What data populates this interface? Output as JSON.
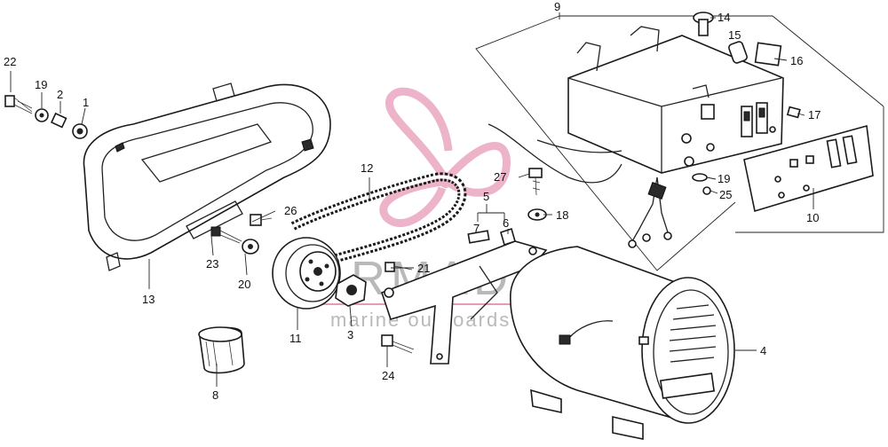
{
  "watermark": {
    "brand": "ARMADA",
    "tagline": "marine outboards",
    "logo_color": "#e79ab8",
    "text_color": "#b9b9b9"
  },
  "callouts": [
    {
      "id": "c1",
      "text": "1"
    },
    {
      "id": "c2",
      "text": "2"
    },
    {
      "id": "c3",
      "text": "3"
    },
    {
      "id": "c4",
      "text": "4"
    },
    {
      "id": "c5",
      "text": "5"
    },
    {
      "id": "c6",
      "text": "6"
    },
    {
      "id": "c7",
      "text": "7"
    },
    {
      "id": "c8",
      "text": "8"
    },
    {
      "id": "c9",
      "text": "9"
    },
    {
      "id": "c10",
      "text": "10"
    },
    {
      "id": "c11",
      "text": "11"
    },
    {
      "id": "c12",
      "text": "12"
    },
    {
      "id": "c13",
      "text": "13"
    },
    {
      "id": "c14",
      "text": "14"
    },
    {
      "id": "c15",
      "text": "15"
    },
    {
      "id": "c16",
      "text": "16"
    },
    {
      "id": "c17",
      "text": "17"
    },
    {
      "id": "c18",
      "text": "18"
    },
    {
      "id": "c19a",
      "text": "19"
    },
    {
      "id": "c19b",
      "text": "19"
    },
    {
      "id": "c20",
      "text": "20"
    },
    {
      "id": "c21",
      "text": "21"
    },
    {
      "id": "c22",
      "text": "22"
    },
    {
      "id": "c23",
      "text": "23"
    },
    {
      "id": "c24",
      "text": "24"
    },
    {
      "id": "c25",
      "text": "25"
    },
    {
      "id": "c26",
      "text": "26"
    },
    {
      "id": "c27",
      "text": "27"
    }
  ]
}
